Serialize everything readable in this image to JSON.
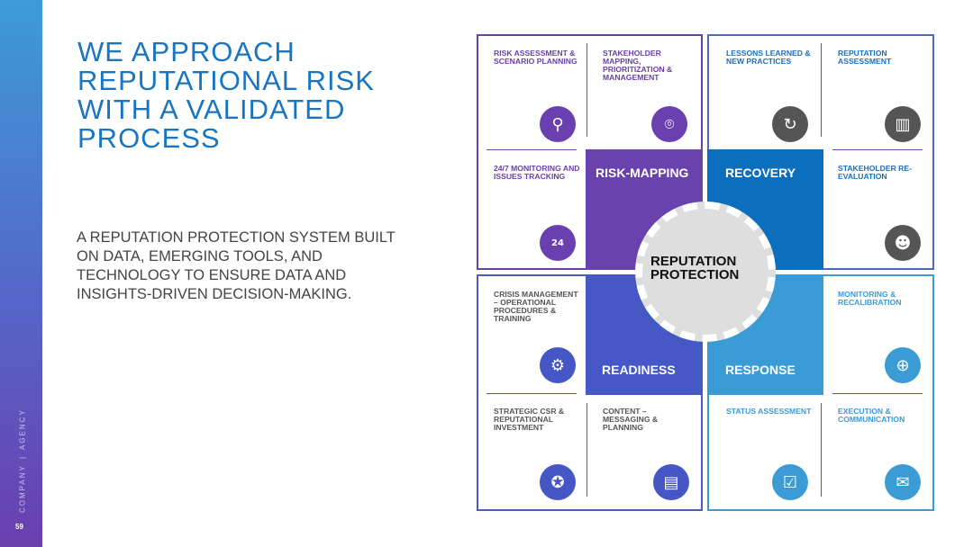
{
  "sidebar": {
    "company": "COMPANY",
    "separator": "|",
    "agency": "AGENCY",
    "page_number": "59"
  },
  "title": "WE APPROACH REPUTATIONAL RISK WITH A VALIDATED PROCESS",
  "subtitle": "A REPUTATION PROTECTION SYSTEM BUILT ON DATA, EMERGING TOOLS, AND TECHNOLOGY TO ENSURE DATA AND INSIGHTS-DRIVEN DECISION-MAKING.",
  "center": {
    "line1": "REPUTATION",
    "line2": "PROTECTION"
  },
  "quadrants": [
    {
      "label": "RISK-MAPPING",
      "color": "#6a42ad",
      "text_color": "#6b3fa8",
      "icon_color": "#6a3fb0",
      "cells": [
        {
          "text": "RISK ASSESSMENT & SCENARIO PLANNING",
          "icon": "search-icon",
          "glyph": "⚲"
        },
        {
          "text": "STAKEHOLDER MAPPING, PRIORITIZATION & MANAGEMENT",
          "icon": "location-pin-icon",
          "glyph": "⌾"
        },
        {
          "text": "24/7 MONITORING AND ISSUES TRACKING",
          "icon": "24-hour-icon",
          "glyph": "24"
        }
      ]
    },
    {
      "label": "RECOVERY",
      "color": "#0b6fbe",
      "text_color": "#1a6fbf",
      "icon_color": "#555555",
      "cells": [
        {
          "text": "LESSONS LEARNED & NEW PRACTICES",
          "icon": "refresh-icon",
          "glyph": "↻"
        },
        {
          "text": "REPUTATION ASSESSMENT",
          "icon": "chart-magnifier-icon",
          "glyph": "▥"
        },
        {
          "text": "STAKEHOLDER RE-EVALUATION",
          "icon": "group-icon",
          "glyph": "☻"
        }
      ]
    },
    {
      "label": "READINESS",
      "color": "#4558c5",
      "text_color": "#555555",
      "icon_color": "#4457c4",
      "cells": [
        {
          "text": "CRISIS MANAGEMENT – OPERATIONAL PROCEDURES & TRAINING",
          "icon": "gears-icon",
          "glyph": "⚙"
        },
        {
          "text": "STRATEGIC CSR & REPUTATIONAL INVESTMENT",
          "icon": "medal-icon",
          "glyph": "✪"
        },
        {
          "text": "CONTENT – MESSAGING & PLANNING",
          "icon": "clipboard-icon",
          "glyph": "▤"
        }
      ]
    },
    {
      "label": "RESPONSE",
      "color": "#3a9bd5",
      "text_color": "#3a9bd5",
      "icon_color": "#3a9bd5",
      "cells": [
        {
          "text": "MONITORING & RECALIBRATION",
          "icon": "target-icon",
          "glyph": "⊕"
        },
        {
          "text": "STATUS ASSESSMENT",
          "icon": "checkbox-icon",
          "glyph": "☑"
        },
        {
          "text": "EXECUTION & COMMUNICATION",
          "icon": "chat-icon",
          "glyph": "✉"
        }
      ]
    }
  ]
}
